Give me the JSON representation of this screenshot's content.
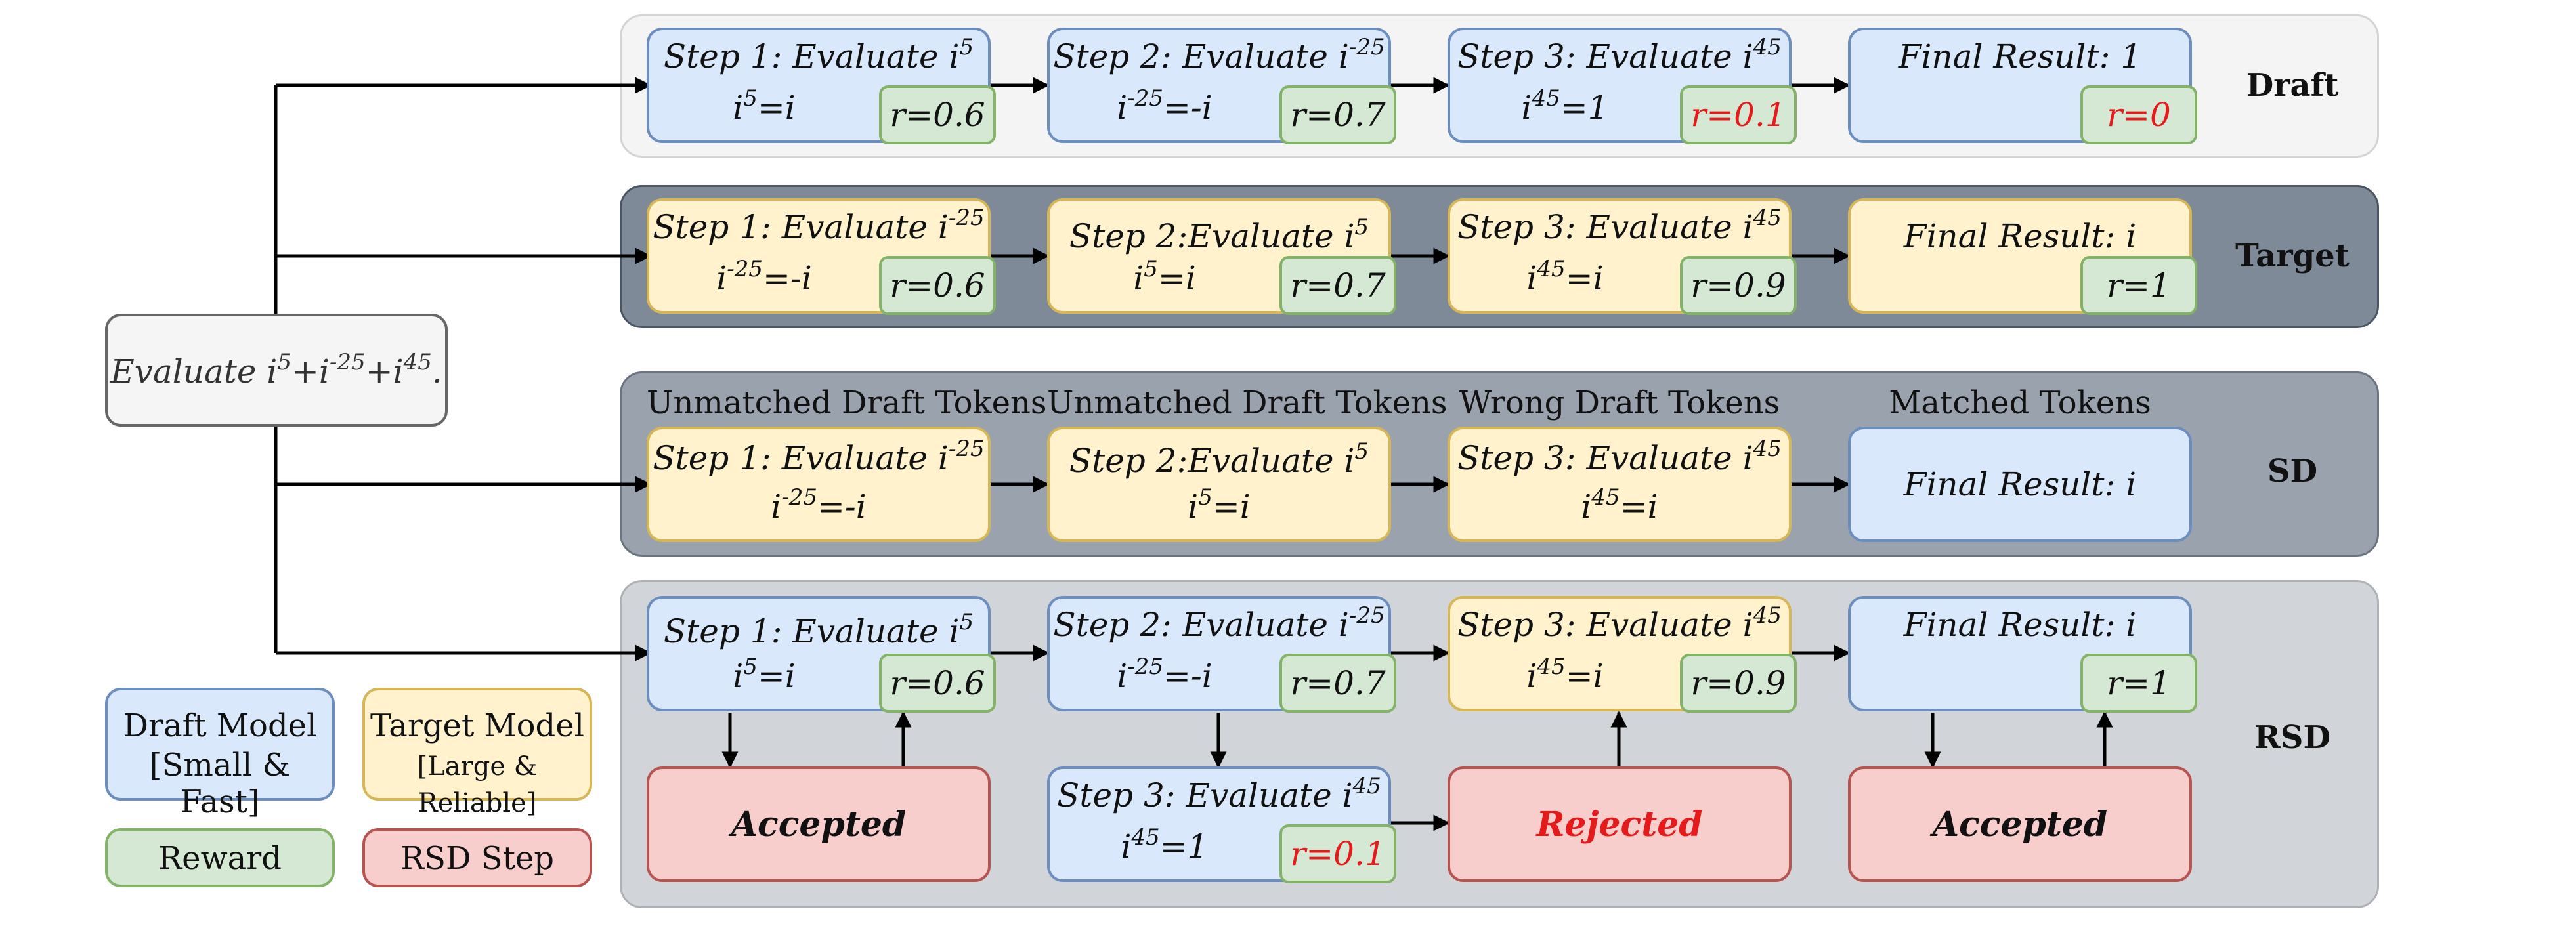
{
  "prompt": {
    "text": "Evaluate i",
    "e1": "5",
    "plus1": "+i",
    "e2": "-25",
    "plus2": "+i",
    "e3": "45",
    "end": "."
  },
  "rows": {
    "draft": {
      "label": "Draft"
    },
    "target": {
      "label": "Target"
    },
    "sd": {
      "label": "SD"
    },
    "rsd": {
      "label": "RSD"
    }
  },
  "draft": {
    "s1": {
      "title": "Step 1: Evaluate i",
      "title_exp": "5",
      "line_base": "i",
      "line_exp": "5",
      "line_rest": "=i",
      "reward": "r=0.6"
    },
    "s2": {
      "title": "Step 2: Evaluate i",
      "title_exp": "-25",
      "line_base": "i",
      "line_exp": "-25",
      "line_rest": "=-i",
      "reward": "r=0.7"
    },
    "s3": {
      "title": "Step 3: Evaluate i",
      "title_exp": "45",
      "line_base": "i",
      "line_exp": "45",
      "line_rest": "=1",
      "reward": "r=0.1"
    },
    "final": {
      "title": "Final Result: 1",
      "reward": "r=0"
    }
  },
  "target": {
    "s1": {
      "title": "Step 1: Evaluate i",
      "title_exp": "-25",
      "line_base": "i",
      "line_exp": "-25",
      "line_rest": "=-i",
      "reward": "r=0.6"
    },
    "s2": {
      "title": "Step 2:Evaluate i",
      "title_exp": "5",
      "line_base": "i",
      "line_exp": "5",
      "line_rest": "=i",
      "reward": "r=0.7"
    },
    "s3": {
      "title": "Step 3: Evaluate i",
      "title_exp": "45",
      "line_base": "i",
      "line_exp": "45",
      "line_rest": "=i",
      "reward": "r=0.9"
    },
    "final": {
      "title": "Final Result: i",
      "reward": "r=1"
    }
  },
  "sd": {
    "col_labels": [
      "Unmatched Draft Tokens",
      "Unmatched Draft Tokens",
      "Wrong Draft Tokens",
      "Matched Tokens"
    ],
    "s1": {
      "title": "Step 1: Evaluate i",
      "title_exp": "-25",
      "line_base": "i",
      "line_exp": "-25",
      "line_rest": "=-i"
    },
    "s2": {
      "title": "Step 2:Evaluate i",
      "title_exp": "5",
      "line_base": "i",
      "line_exp": "5",
      "line_rest": "=i"
    },
    "s3": {
      "title": "Step 3: Evaluate i",
      "title_exp": "45",
      "line_base": "i",
      "line_exp": "45",
      "line_rest": "=i"
    },
    "final": {
      "title": "Final Result: i"
    }
  },
  "rsd": {
    "s1": {
      "title": "Step 1: Evaluate i",
      "title_exp": "5",
      "line_base": "i",
      "line_exp": "5",
      "line_rest": "=i",
      "reward": "r=0.6"
    },
    "s2": {
      "title": "Step 2: Evaluate i",
      "title_exp": "-25",
      "line_base": "i",
      "line_exp": "-25",
      "line_rest": "=-i",
      "reward": "r=0.7"
    },
    "s3_target": {
      "title": "Step 3: Evaluate i",
      "title_exp": "45",
      "line_base": "i",
      "line_exp": "45",
      "line_rest": "=i",
      "reward": "r=0.9"
    },
    "final": {
      "title": "Final Result: i",
      "reward": "r=1"
    },
    "s3_draft": {
      "title": "Step 3: Evaluate i",
      "title_exp": "45",
      "line_base": "i",
      "line_exp": "45",
      "line_rest": "=1",
      "reward": "r=0.1"
    },
    "accepted1": "Accepted",
    "rejected": "Rejected",
    "accepted2": "Accepted"
  },
  "legend": {
    "draft_model": {
      "line1": "Draft Model",
      "line2": "[Small & Fast]"
    },
    "target_model": {
      "line1": "Target Model",
      "line2": "[Large & Reliable]"
    },
    "reward": "Reward",
    "rsd_step": "RSD Step"
  },
  "colors": {
    "draft_fill": "#dae8fc",
    "draft_border": "#6c8ebf",
    "target_fill": "#fff2cc",
    "target_border": "#d6b656",
    "reward_fill": "#d5e8d4",
    "reward_border": "#82b366",
    "rsd_fill": "#f8cecc",
    "rsd_border": "#b85450",
    "bad_reward_text": "#e51b1b"
  }
}
